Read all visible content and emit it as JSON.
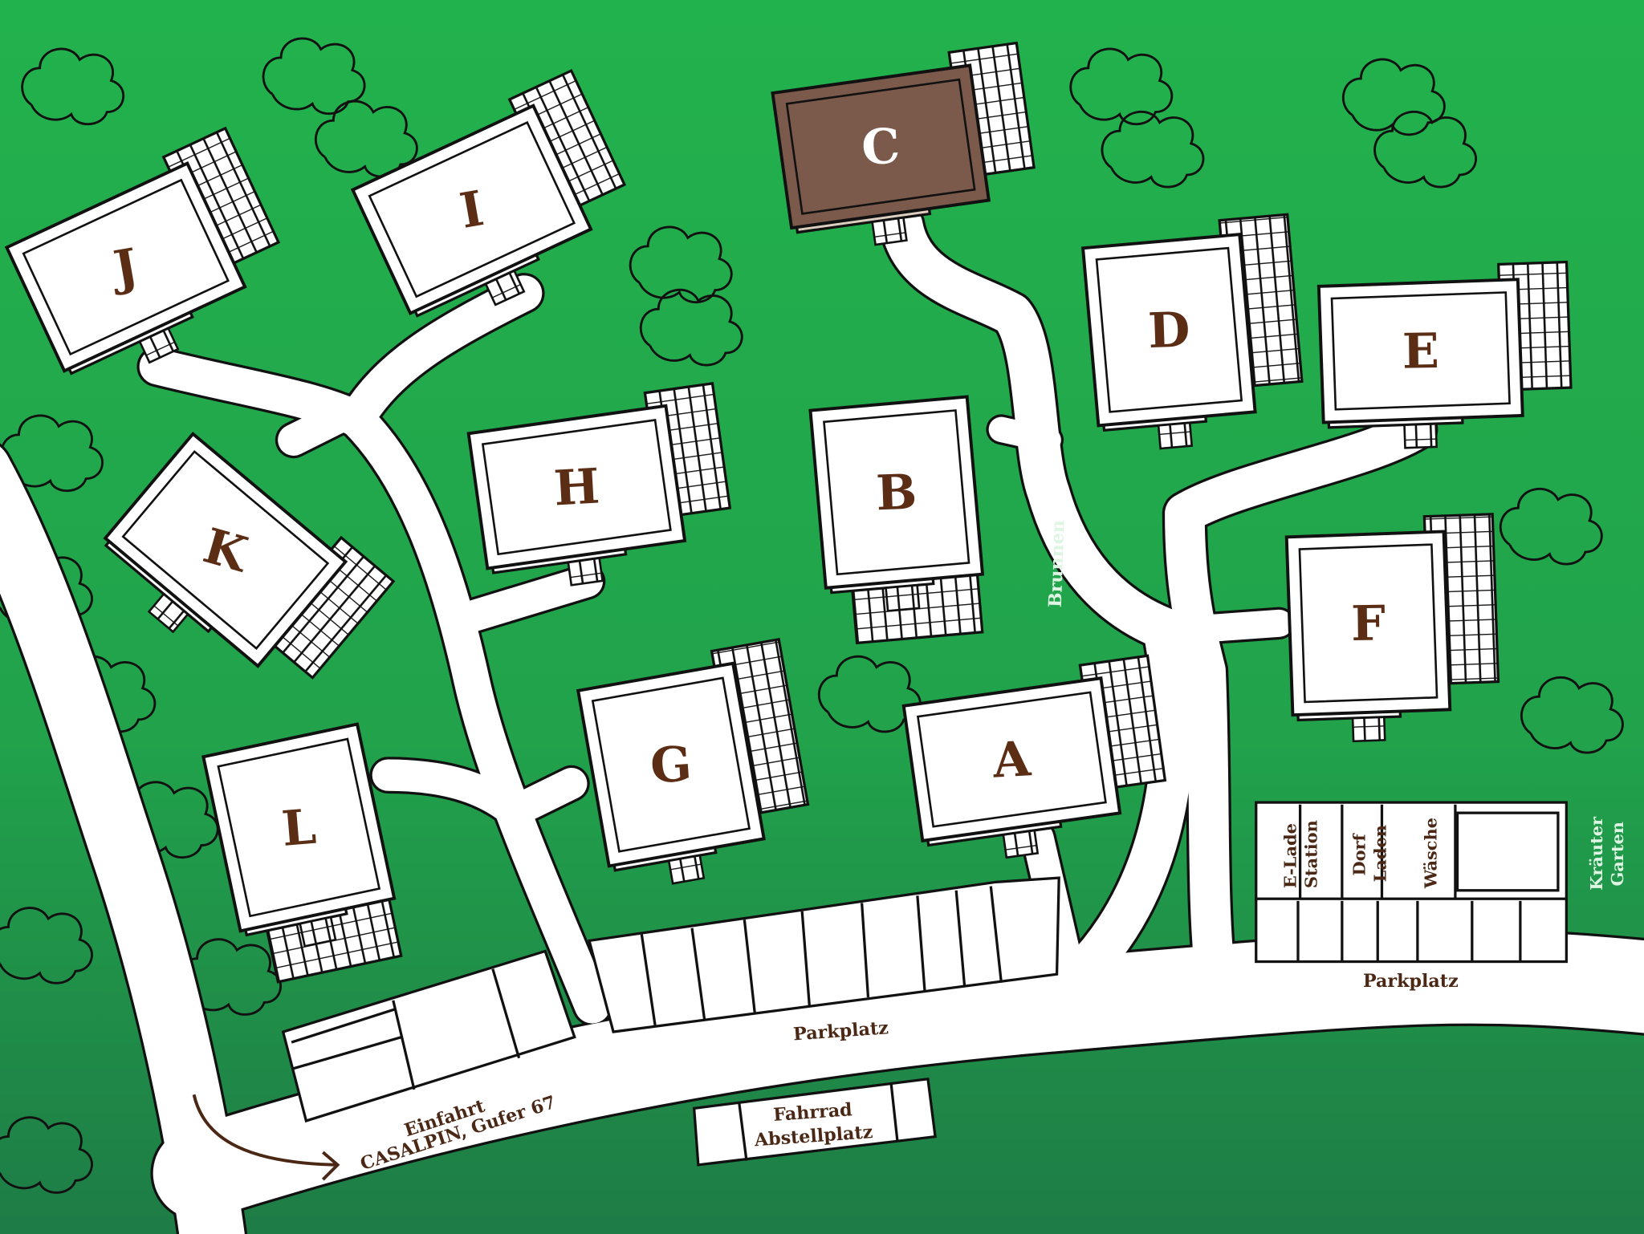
{
  "map": {
    "buildings": [
      "A",
      "B",
      "C",
      "D",
      "E",
      "F",
      "G",
      "H",
      "I",
      "J",
      "K",
      "L"
    ],
    "highlighted_building": "C",
    "labels": {
      "brunnen": "Brunnen",
      "parkplatz_main": "Parkplatz",
      "parkplatz_right": "Parkplatz",
      "einfahrt": "Einfahrt",
      "address": "CASALPIN, Gufer 67",
      "fahrrad_1": "Fahrrad",
      "fahrrad_2": "Abstellplatz",
      "elade_1": "E-Lade",
      "elade_2": "Station",
      "dorf_1": "Dorf",
      "dorf_2": "Laden",
      "waesche": "Wäsche",
      "kraeuter_1": "Kräuter",
      "kraeuter_2": "Garten"
    },
    "colors": {
      "grass_top": "#22b04c",
      "grass_bottom": "#1e7f47",
      "text": "#4a2815",
      "highlight": "#7b5a4c",
      "highlight_light": "#dccfbf"
    },
    "icons": {
      "entrance": "curved-arrow-right-icon"
    }
  }
}
